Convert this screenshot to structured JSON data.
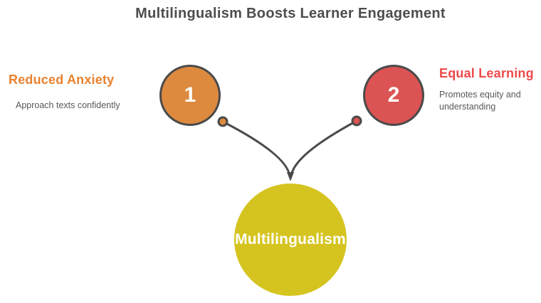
{
  "title": "Multilingualism Boosts Learner Engagement",
  "colors": {
    "title": "#4d4d4d",
    "connector": "#4a4a4a",
    "description_text": "#57585a",
    "background": "#ffffff"
  },
  "center_node": {
    "label": "Multilingualism",
    "fill": "#d5c41f",
    "text_color": "#ffffff"
  },
  "nodes": [
    {
      "number": "1",
      "heading": "Reduced Anxiety",
      "description": "Approach texts confidently",
      "circle_fill": "#dd8a3f",
      "heading_color": "#e8822f"
    },
    {
      "number": "2",
      "heading": "Equal Learning",
      "description": "Promotes equity and understanding",
      "circle_fill": "#dc5353",
      "heading_color": "#ee4a4a"
    }
  ]
}
